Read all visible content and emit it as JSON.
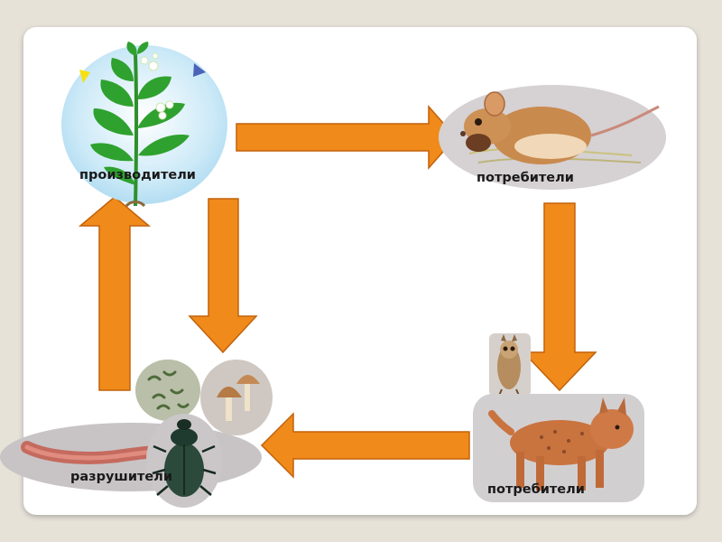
{
  "labels": {
    "producers": "производители",
    "consumers_1": "потребители",
    "consumers_2": "потребители",
    "decomposers": "разрушители"
  },
  "colors": {
    "arrow_fill": "#f08a1a",
    "arrow_stroke": "#c2620b",
    "producers_bg": "#b9e2f5",
    "consumers_1_bg": "#d8d4d6",
    "consumers_2_bg": "#d3d0d2",
    "decomposers_bg": "#c9c5c7",
    "leaf": "#2fa12f"
  },
  "icons": [
    "plant-icon",
    "mouse-icon",
    "lynx-icon",
    "owl-icon",
    "worm-icon",
    "beetle-icon",
    "mushroom-icon",
    "bacteria-icon"
  ]
}
